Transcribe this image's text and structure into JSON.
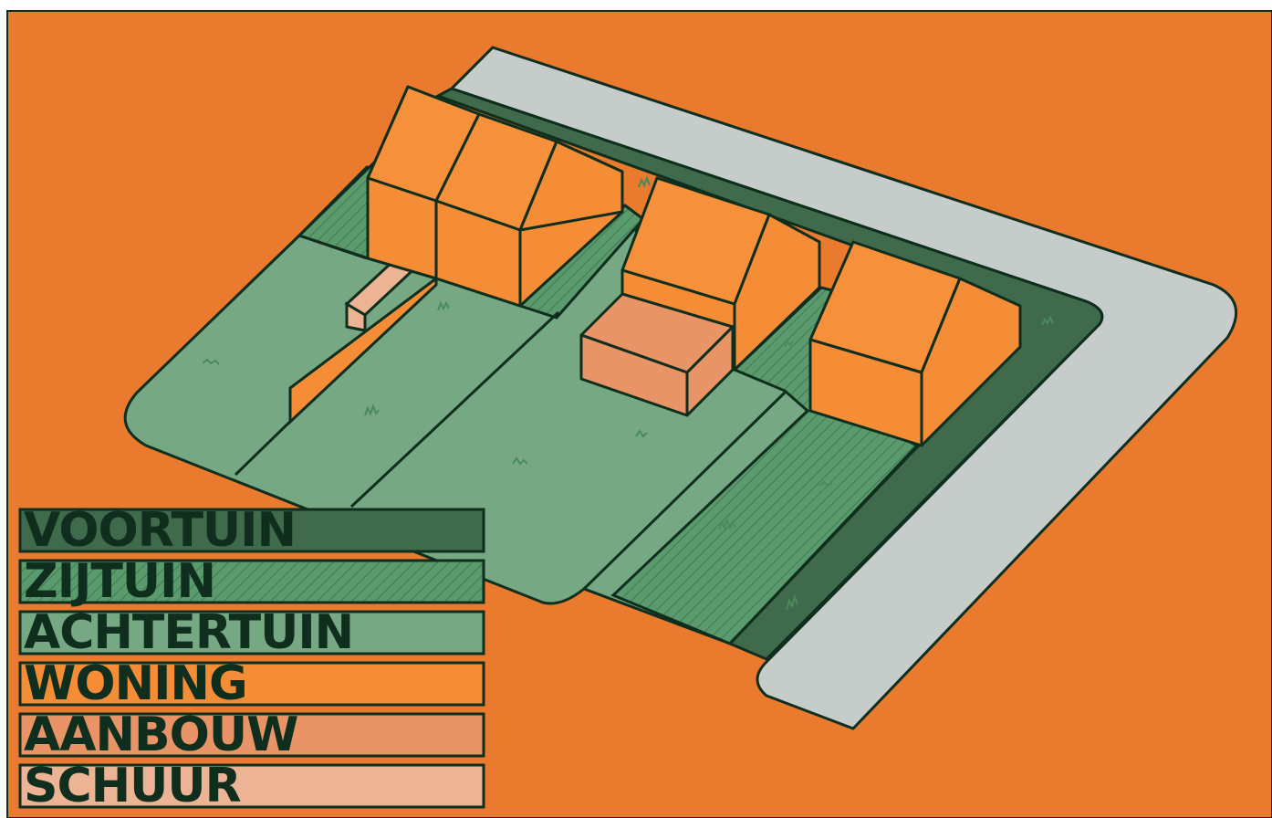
{
  "legend": {
    "items": [
      {
        "label": "VOORTUIN",
        "color": "#3f6b4c",
        "pattern": "solid"
      },
      {
        "label": "ZIJTUIN",
        "color": "#5a9a6c",
        "pattern": "hatched"
      },
      {
        "label": "ACHTERTUIN",
        "color": "#75a883",
        "pattern": "solid"
      },
      {
        "label": "WONING",
        "color": "#f58c36",
        "pattern": "solid"
      },
      {
        "label": "AANBOUW",
        "color": "#e89466",
        "pattern": "solid"
      },
      {
        "label": "SCHUUR",
        "color": "#ecb394",
        "pattern": "solid"
      }
    ]
  },
  "colors": {
    "background": "#ea7a2e",
    "outline": "#0f2e1e",
    "road": "#c5ccca",
    "house_front": "#f58c36",
    "house_roof": "#f7903a"
  }
}
